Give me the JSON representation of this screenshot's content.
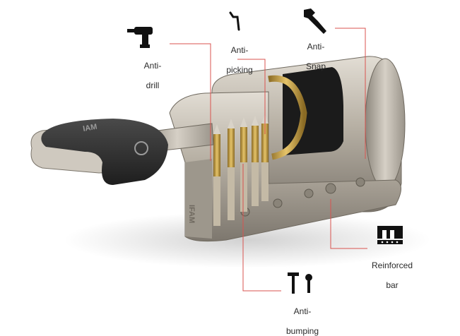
{
  "features": {
    "anti_drill": {
      "line1": "Anti-",
      "line2": "drill",
      "icon": "drill-icon"
    },
    "anti_picking": {
      "line1": "Anti-",
      "line2": "picking",
      "icon": "lockpick-icon"
    },
    "anti_snap": {
      "line1": "Anti-",
      "line2": "Snap",
      "icon": "wrench-icon"
    },
    "reinforced_bar": {
      "line1": "Reinforced",
      "line2": "bar",
      "icon": "reinforced-bar-icon"
    },
    "anti_bumping": {
      "line1": "Anti-",
      "line2": "bumping",
      "icon": "hammer-key-icon"
    }
  },
  "key": {
    "brand": "IAM"
  },
  "cylinder": {
    "engraving": "IFAM"
  },
  "colors": {
    "callout_line": "#d9534f",
    "icon": "#111111",
    "nickel": "#b8b2a8",
    "brass": "#c9a24a",
    "key_head": "#2b2b2b"
  }
}
